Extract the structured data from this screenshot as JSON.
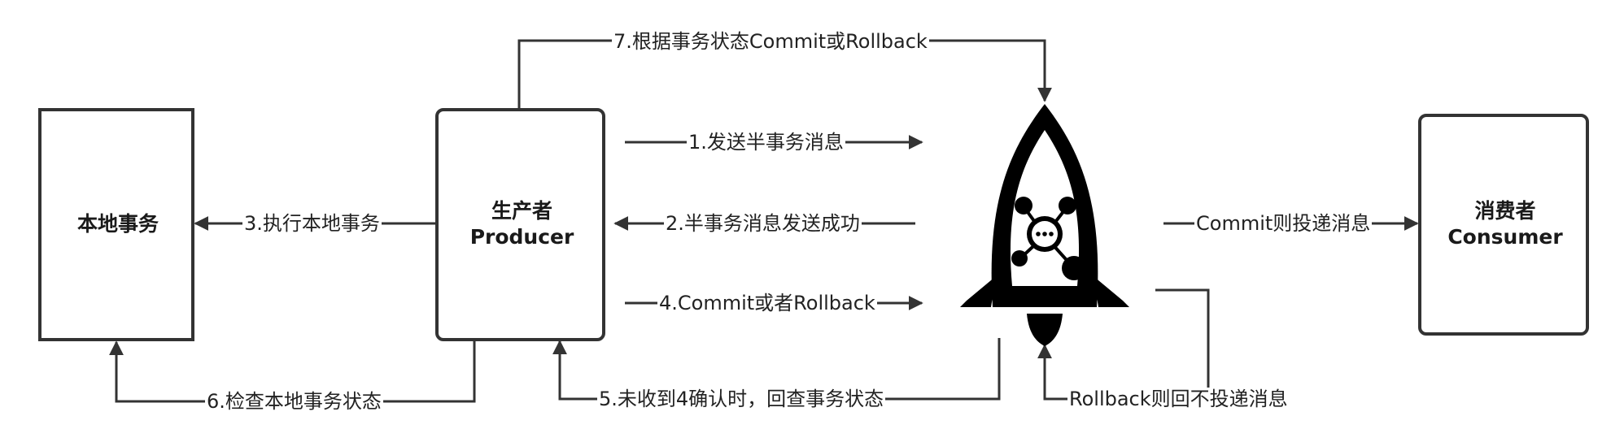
{
  "boxes": {
    "local_tx": {
      "title": "本地事务"
    },
    "producer": {
      "title_cn": "生产者",
      "title_en": "Producer"
    },
    "consumer": {
      "title_cn": "消费者",
      "title_en": "Consumer"
    }
  },
  "arrows": {
    "step1": "1.发送半事务消息",
    "step2": "2.半事务消息发送成功",
    "step3": "3.执行本地事务",
    "step4": "4.Commit或者Rollback",
    "step5": "5.未收到4确认时，回查事务状态",
    "step6": "6.检查本地事务状态",
    "step7": "7.根据事务状态Commit或Rollback",
    "commit_deliver": "Commit则投递消息",
    "rollback_no_deliver": "Rollback则回不投递消息"
  },
  "colors": {
    "line": "#333333",
    "rocket": "#000000"
  },
  "icons": {
    "broker": "rocket-icon"
  }
}
